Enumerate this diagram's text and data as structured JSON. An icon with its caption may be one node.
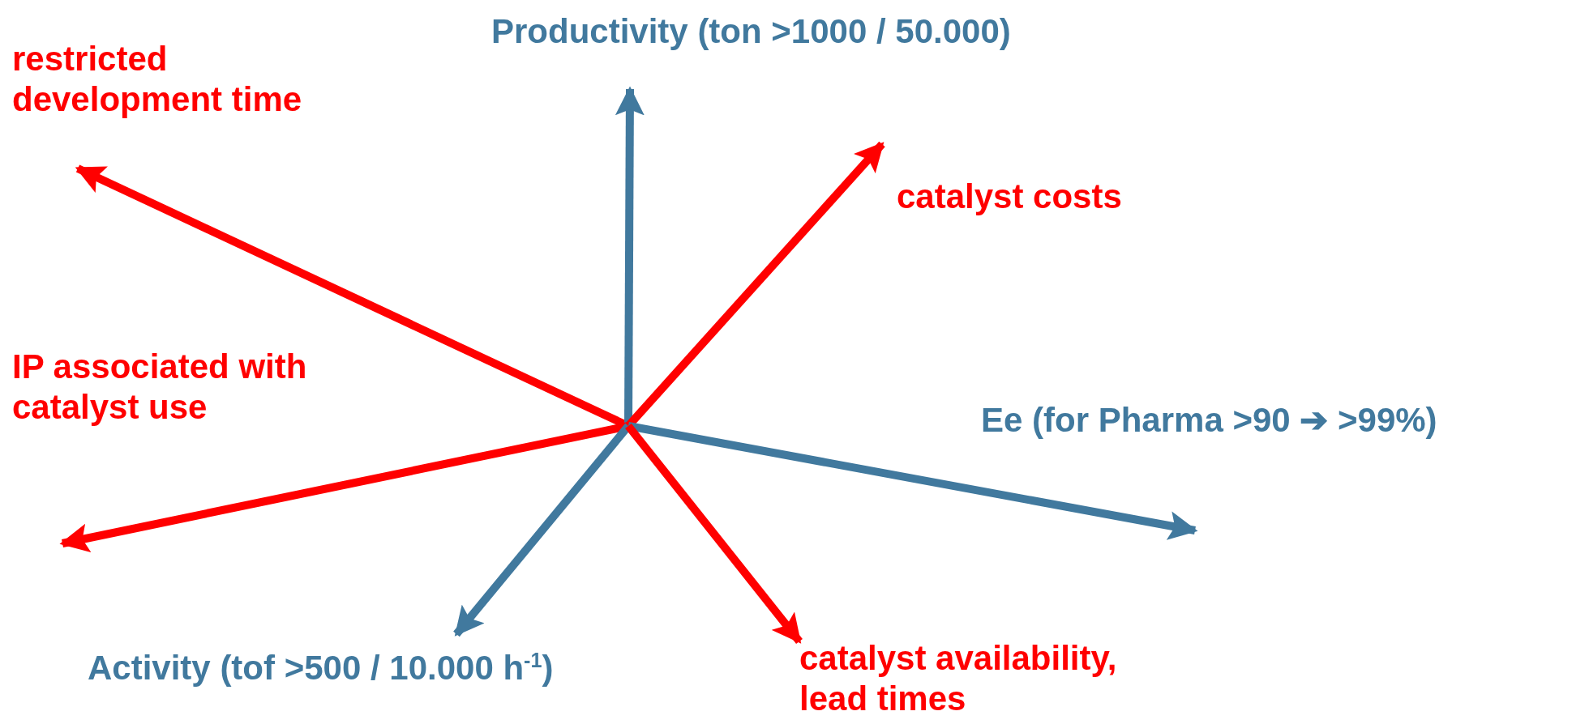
{
  "diagram": {
    "nodes": [
      {
        "text": [
          "restricted development time"
        ]
      },
      {
        "text": [
          "Productivity (ton >1000 / 50.000)"
        ]
      },
      {
        "text": [
          "catalyst costs"
        ]
      },
      {
        "text": [
          "IP associated with catalyst use"
        ]
      },
      {
        "text": [
          "Ee (for Pharma >90 ➔ >99%)"
        ]
      },
      {
        "text": [
          "Activity (tof >500 / 10.000 h$^{-1}$)"
        ]
      },
      {
        "text": [
          "catalyst availability, lead times"
        ]
      }
    ],
    "edges": [
      {
        "from": null,
        "to": 0,
        "arrow": "to"
      },
      {
        "from": null,
        "to": 1,
        "arrow": "to",
        "color": "#41799e"
      },
      {
        "from": null,
        "to": 2,
        "arrow": "to"
      },
      {
        "from": null,
        "to": 3,
        "arrow": "to"
      },
      {
        "from": null,
        "to": 4,
        "arrow": "to",
        "color": "#41799e"
      },
      {
        "from": null,
        "to": 5,
        "arrow": "to",
        "color": "#41799e"
      },
      {
        "from": null,
        "to": 6,
        "arrow": "to"
      }
    ]
  }
}
